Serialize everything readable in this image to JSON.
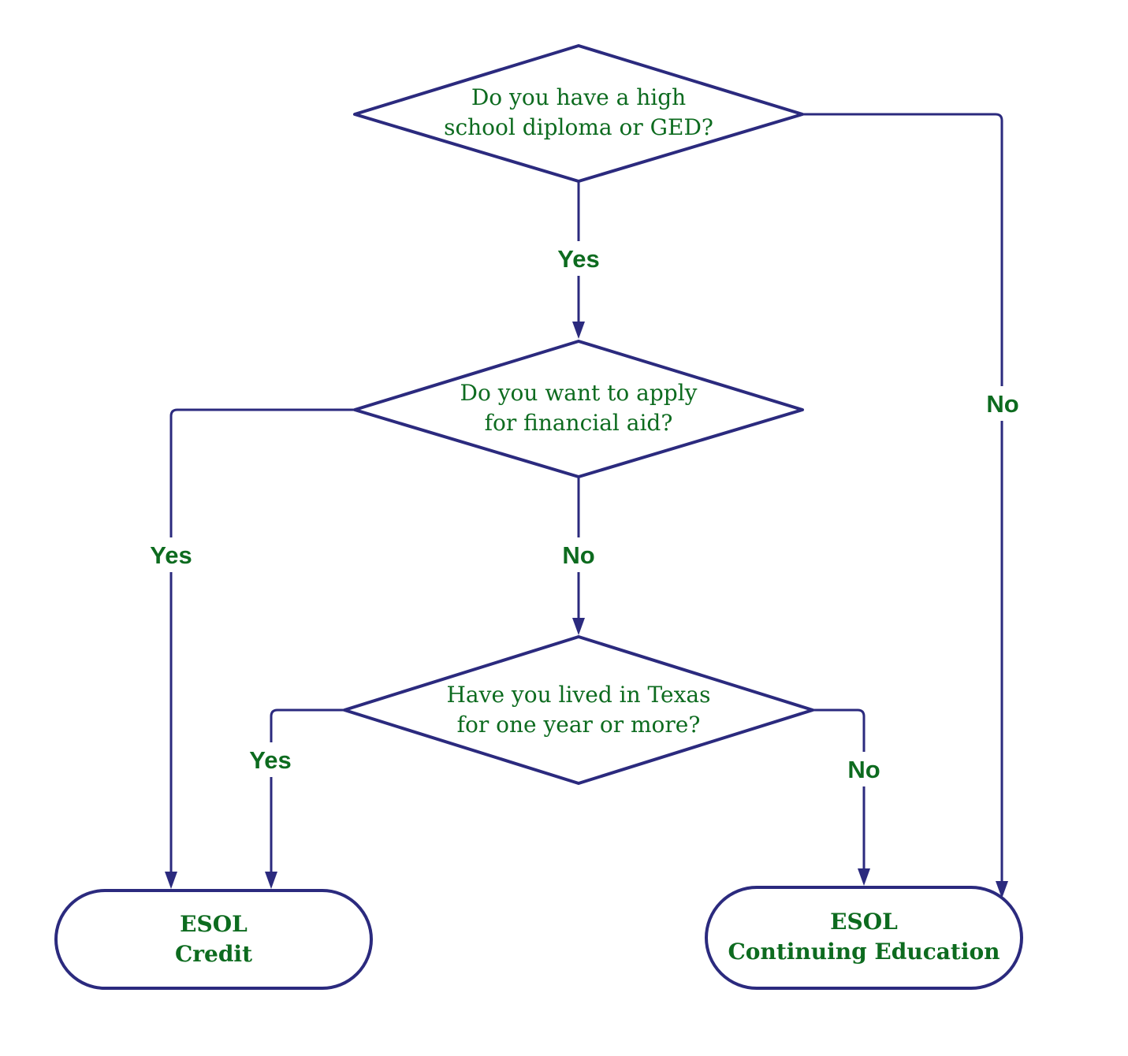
{
  "decisions": [
    {
      "lines": [
        "Do you have a high",
        "school diploma or GED?"
      ]
    },
    {
      "lines": [
        "Do you want to apply",
        "for financial aid?"
      ]
    },
    {
      "lines": [
        "Have you lived in Texas",
        "for one year or more?"
      ]
    }
  ],
  "terminals": [
    {
      "lines": [
        "ESOL",
        "Credit"
      ]
    },
    {
      "lines": [
        "ESOL",
        "Continuing Education"
      ]
    }
  ],
  "edge_labels": {
    "q1_yes": "Yes",
    "q1_no": "No",
    "q2_yes": "Yes",
    "q2_no": "No",
    "q3_yes": "Yes",
    "q3_no": "No"
  },
  "colors": {
    "stroke": "#2b2a7e",
    "text": "#0d6b1f"
  }
}
